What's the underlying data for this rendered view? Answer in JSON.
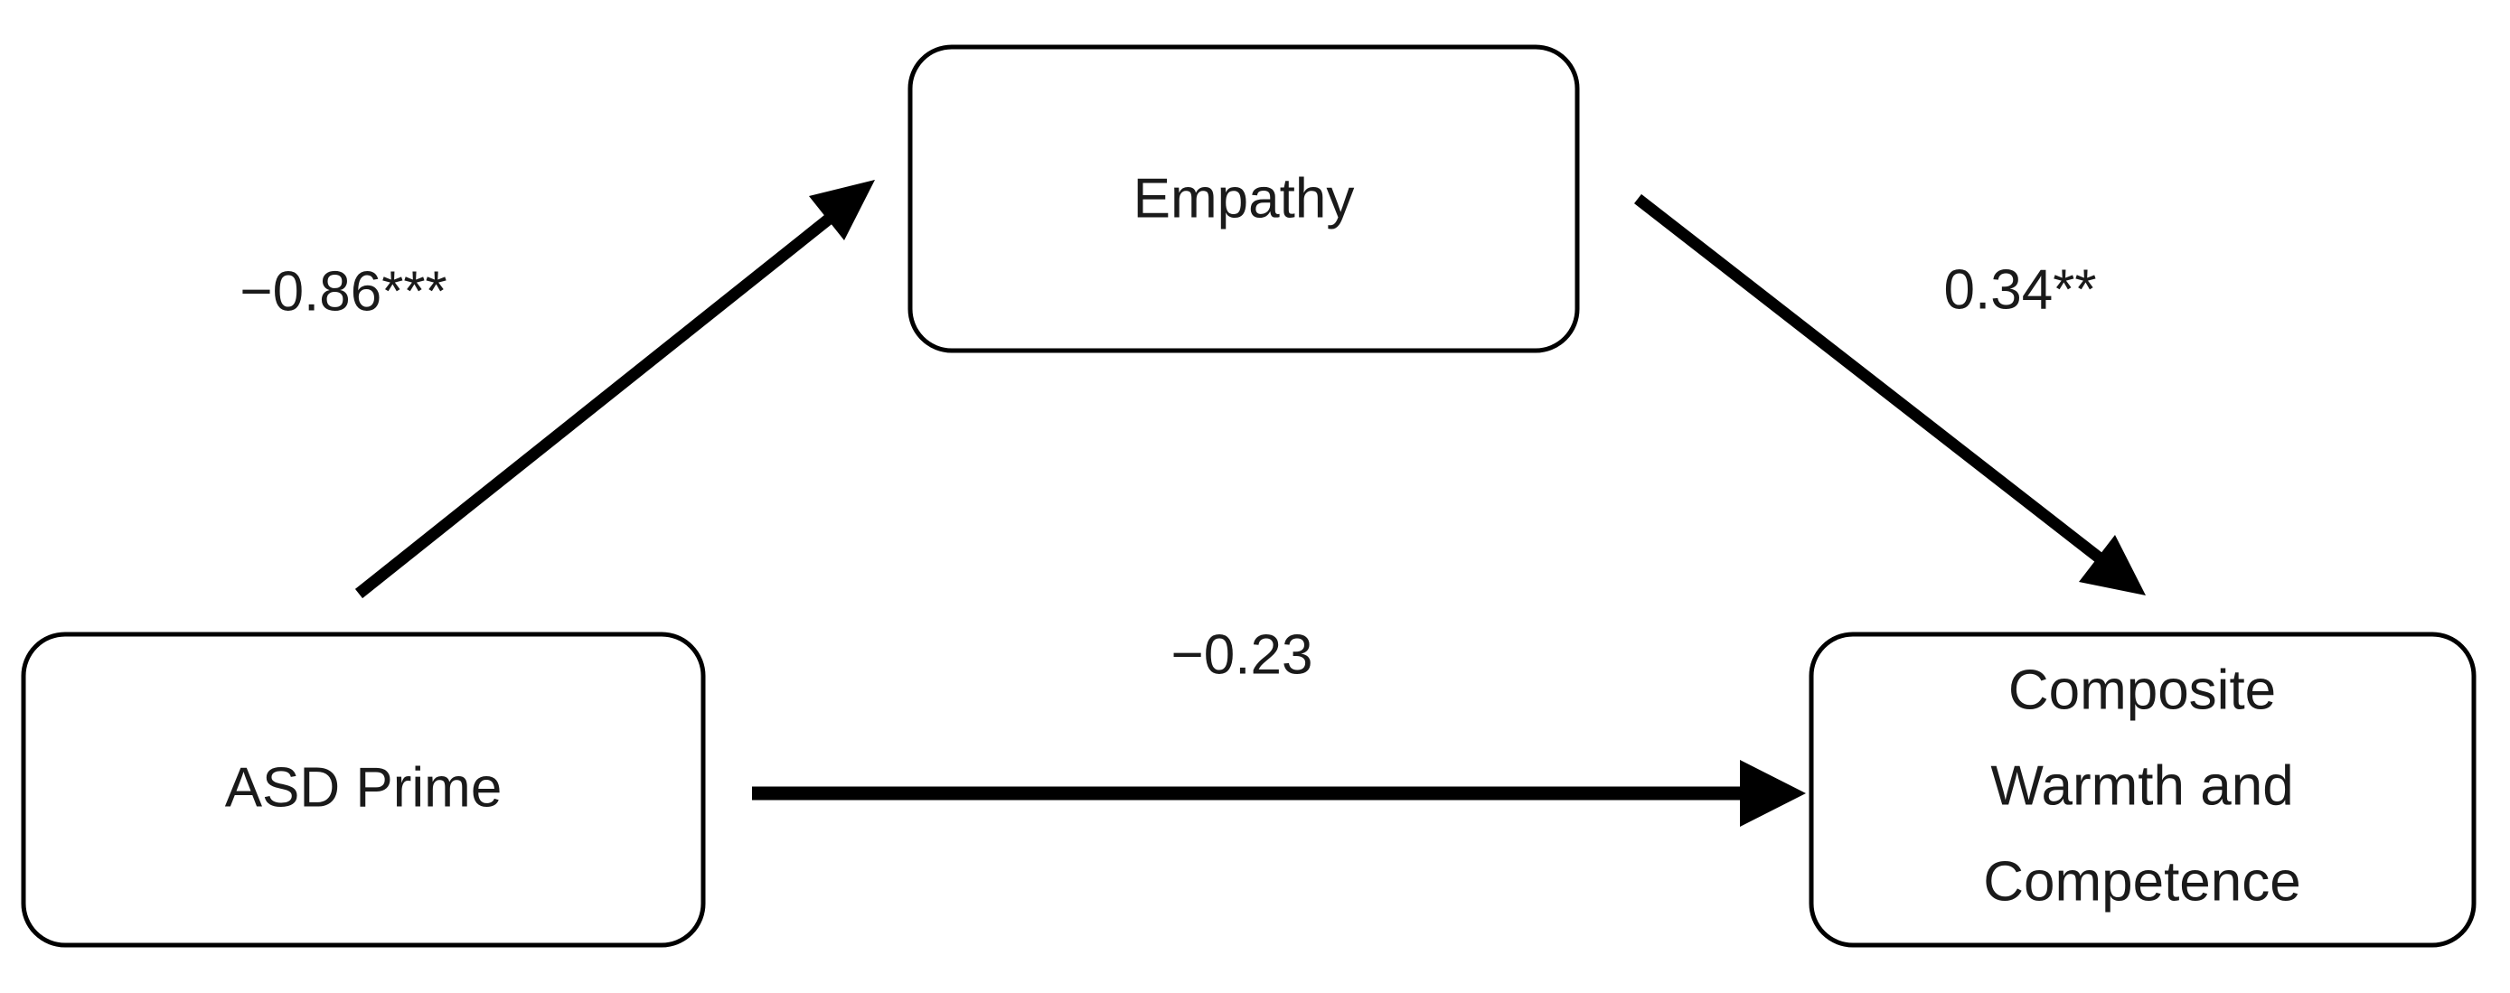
{
  "diagram": {
    "type": "mediation-path-model",
    "title": "",
    "background_color": "#ffffff",
    "stroke_color": "#000000",
    "text_color": "#1a1a1a"
  },
  "nodes": {
    "predictor": {
      "id": "asd-prime",
      "label": "ASD Prime",
      "lines": [
        "ASD Prime"
      ],
      "role": "independent-variable"
    },
    "mediator": {
      "id": "empathy",
      "label": "Empathy",
      "lines": [
        "Empathy"
      ],
      "role": "mediator"
    },
    "outcome": {
      "id": "composite-warmth-competence",
      "label": "Composite Warmth and Competence",
      "lines": [
        "Composite",
        "Warmth and",
        "Competence"
      ],
      "role": "dependent-variable"
    }
  },
  "paths": [
    {
      "id": "a-path",
      "from": "ASD Prime",
      "to": "Empathy",
      "coefficient": "−0.86***",
      "value": -0.86,
      "stars": 3,
      "significance": "p < .001"
    },
    {
      "id": "b-path",
      "from": "Empathy",
      "to": "Composite Warmth and Competence",
      "coefficient": "0.34**",
      "value": 0.34,
      "stars": 2,
      "significance": "p < .01"
    },
    {
      "id": "c-prime-path",
      "from": "ASD Prime",
      "to": "Composite Warmth and Competence",
      "coefficient": "−0.23",
      "value": -0.23,
      "stars": 0,
      "significance": "n.s."
    }
  ],
  "chart_data": {
    "type": "diagram",
    "title": "",
    "categories": [
      "a-path",
      "b-path",
      "c-prime-path"
    ],
    "values": [
      -0.86,
      0.34,
      -0.23
    ],
    "labels": [
      "−0.86***",
      "0.34**",
      "−0.23"
    ],
    "xlabel": "",
    "ylabel": "",
    "legend": []
  }
}
